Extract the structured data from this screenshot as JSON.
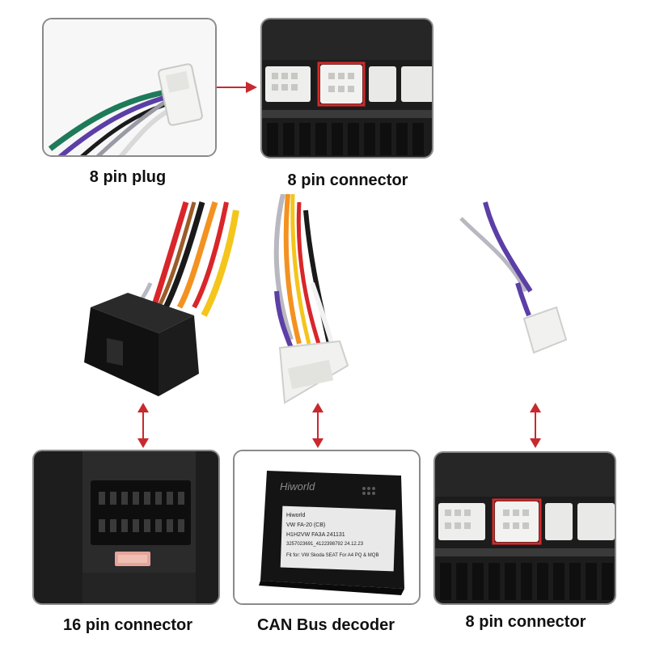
{
  "captions": {
    "plug_8pin": "8 pin plug",
    "connector_8pin_top": "8 pin connector",
    "connector_16pin": "16 pin connector",
    "can_decoder": "CAN Bus decoder",
    "connector_8pin_bottom": "8 pin connector"
  },
  "decoder_label": {
    "brand": "Hiworld",
    "line1": "Hiworld",
    "line2": "VW FA-20   (CB)",
    "line3": "H1H2VW FA3A   241131",
    "line4": "3257023691_4122398792  24.12.23",
    "line5": "Fit for: VW Skoda SEAT For A4 PQ & MQB"
  },
  "colors": {
    "highlight_box": "#d22a2a",
    "arrow": "#c8292e",
    "panel_border": "#8a8a8a",
    "wire_purple": "#5b3fa6",
    "wire_gray": "#b8b8c0",
    "wire_green": "#1f7a5a",
    "wire_red": "#d8262a",
    "wire_orange": "#f39220",
    "wire_yellow": "#f4c51b",
    "wire_black": "#1a1a1a",
    "wire_white": "#f2f2f2"
  }
}
